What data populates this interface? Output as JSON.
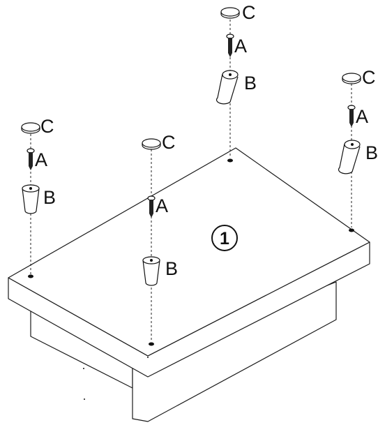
{
  "diagram": {
    "step_number": "1",
    "label_screw": "A",
    "label_foot": "B",
    "label_cap": "C",
    "parts": [
      {
        "id": "front-left"
      },
      {
        "id": "front-center"
      },
      {
        "id": "back-center"
      },
      {
        "id": "back-right"
      }
    ]
  },
  "colors": {
    "line": "#1a1a1a",
    "fill": "#ffffff",
    "screw": "#222222"
  },
  "icons": {
    "screw": "screw-icon",
    "foot": "cylinder-foot-icon",
    "cap": "cap-disc-icon",
    "step": "circled-number-icon"
  }
}
